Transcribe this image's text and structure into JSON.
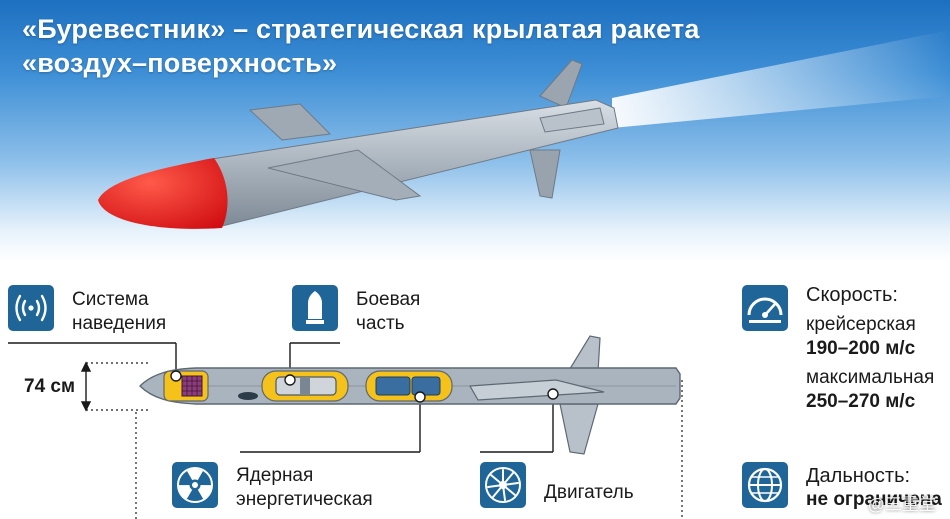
{
  "header": {
    "title_line1": "«Буревестник» – стратегическая крылатая ракета",
    "title_line2": "«воздух–поверхность»"
  },
  "components": {
    "guidance": {
      "icon": "radio-signal-icon",
      "line1": "Система",
      "line2": "наведения"
    },
    "warhead": {
      "icon": "warhead-icon",
      "line1": "Боевая",
      "line2": "часть"
    },
    "nuclear": {
      "icon": "radiation-icon",
      "line1": "Ядерная",
      "line2": "энергетическая"
    },
    "engine": {
      "icon": "turbine-icon",
      "line1": "Двигатель"
    }
  },
  "dimensions": {
    "diameter": "74 см"
  },
  "specs": {
    "speed": {
      "icon": "speedometer-icon",
      "title": "Скорость:",
      "cruise_label": "крейсерская",
      "cruise_value": "190–200 м/с",
      "max_label": "максимальная",
      "max_value": "250–270 м/с"
    },
    "range": {
      "icon": "globe-icon",
      "title": "Дальность:",
      "value": "не ограничена"
    }
  },
  "watermark": "@三重堂",
  "colors": {
    "icon_bg": "#1f6597",
    "nose": "#e5171b",
    "body": "#a9b4bf",
    "compartment": "#f4c21a",
    "sky": "#2b7ccb"
  }
}
